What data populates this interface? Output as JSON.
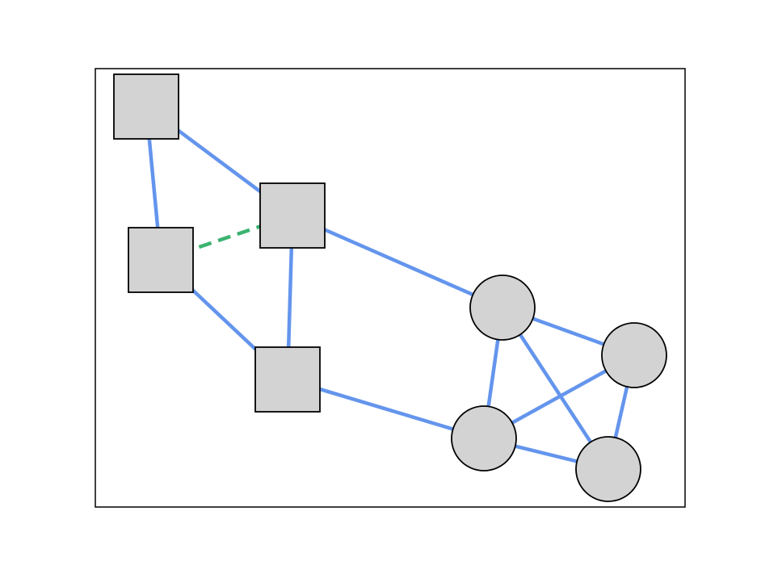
{
  "diagram": {
    "colors": {
      "background": "#ffffff",
      "frame": "#000000",
      "node_fill": "#d3d3d3",
      "node_stroke": "#000000",
      "edge_solid": "#6495ed",
      "edge_dashed": "#3cb371"
    },
    "nodes": [
      {
        "id": "s1",
        "shape": "square"
      },
      {
        "id": "s2",
        "shape": "square"
      },
      {
        "id": "s3",
        "shape": "square"
      },
      {
        "id": "s4",
        "shape": "square"
      },
      {
        "id": "c1",
        "shape": "circle"
      },
      {
        "id": "c2",
        "shape": "circle"
      },
      {
        "id": "c3",
        "shape": "circle"
      },
      {
        "id": "c4",
        "shape": "circle"
      }
    ],
    "edges": [
      {
        "from": "s1",
        "to": "s2",
        "style": "solid"
      },
      {
        "from": "s1",
        "to": "s3",
        "style": "solid"
      },
      {
        "from": "s2",
        "to": "s3",
        "style": "dashed"
      },
      {
        "from": "s2",
        "to": "s4",
        "style": "solid"
      },
      {
        "from": "s3",
        "to": "s4",
        "style": "solid"
      },
      {
        "from": "s3",
        "to": "c1",
        "style": "solid"
      },
      {
        "from": "s4",
        "to": "c3",
        "style": "solid"
      },
      {
        "from": "c1",
        "to": "c2",
        "style": "solid"
      },
      {
        "from": "c1",
        "to": "c3",
        "style": "solid"
      },
      {
        "from": "c1",
        "to": "c4",
        "style": "solid"
      },
      {
        "from": "c2",
        "to": "c3",
        "style": "solid"
      },
      {
        "from": "c2",
        "to": "c4",
        "style": "solid"
      },
      {
        "from": "c3",
        "to": "c4",
        "style": "solid"
      }
    ]
  }
}
